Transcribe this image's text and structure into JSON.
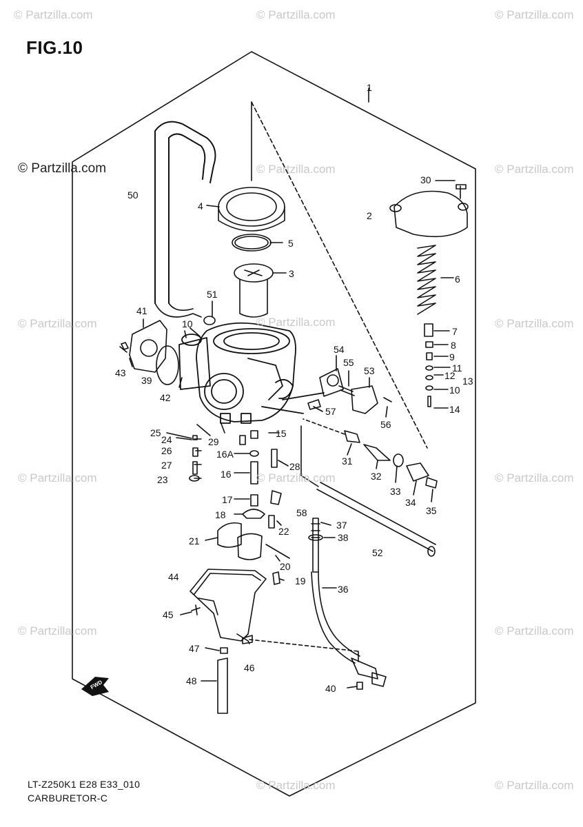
{
  "figure": {
    "title": "FIG.10"
  },
  "watermarks": [
    "© Partzilla.com",
    "© Partzilla.com",
    "© Partzilla.com",
    "© Partzilla.com",
    "© Partzilla.com",
    "© Partzilla.com",
    "© Partzilla.com",
    "© Partzilla.com",
    "© Partzilla.com",
    "© Partzilla.com",
    "© Partzilla.com",
    "© Partzilla.com",
    "© Partzilla.com",
    "© Partzilla.com",
    "© Partzilla.com",
    "© Partzilla.com"
  ],
  "callouts": [
    "1",
    "2",
    "3",
    "4",
    "5",
    "6",
    "7",
    "8",
    "9",
    "10",
    "11",
    "12",
    "13",
    "10",
    "14",
    "15",
    "16",
    "16A",
    "17",
    "18",
    "19",
    "20",
    "21",
    "22",
    "23",
    "24",
    "25",
    "26",
    "27",
    "28",
    "29",
    "30",
    "31",
    "32",
    "33",
    "34",
    "35",
    "36",
    "37",
    "38",
    "39",
    "40",
    "41",
    "42",
    "43",
    "44",
    "45",
    "46",
    "47",
    "48",
    "50",
    "51",
    "52",
    "53",
    "54",
    "55",
    "56",
    "57",
    "58"
  ],
  "fwd_label": "FWD",
  "footer": {
    "code": "LT-Z250K1 E28 E33_010",
    "name": "CARBURETOR-C"
  }
}
